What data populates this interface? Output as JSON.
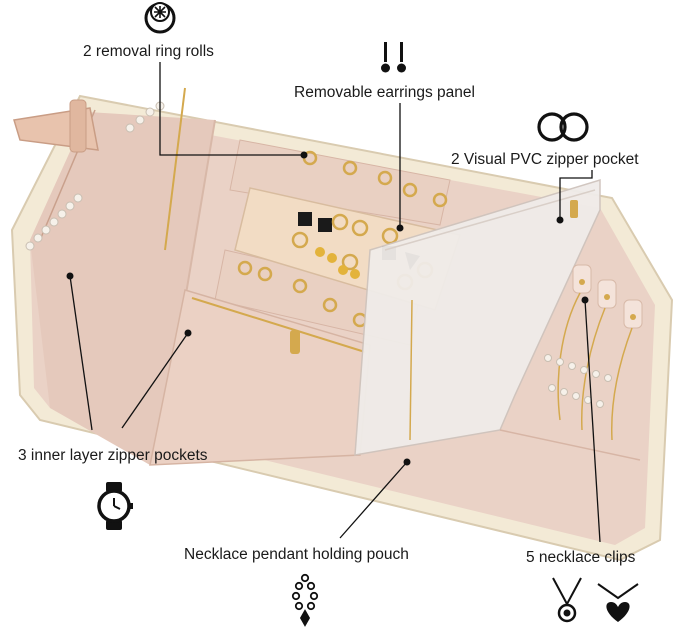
{
  "labels": {
    "ring_rolls": "2 removal ring rolls",
    "earrings_panel": "Removable earrings panel",
    "pvc_pocket": "2 Visual PVC zipper pocket",
    "inner_pockets": "3 inner layer zipper pockets",
    "pendant_pouch": "Necklace pendant holding pouch",
    "necklace_clips": "5 necklace clips"
  },
  "icons": [
    "ring-icon",
    "earrings-icon",
    "hoop-earrings-icon",
    "watch-icon",
    "necklace-icon",
    "pendant-necklace-icon",
    "heart-pendant-icon"
  ],
  "colors": {
    "lining": "#ead2c6",
    "trim": "#f3ead6",
    "leather": "#e8c3ad",
    "panel": "#f2dcc4",
    "gold": "#d4a94e"
  }
}
